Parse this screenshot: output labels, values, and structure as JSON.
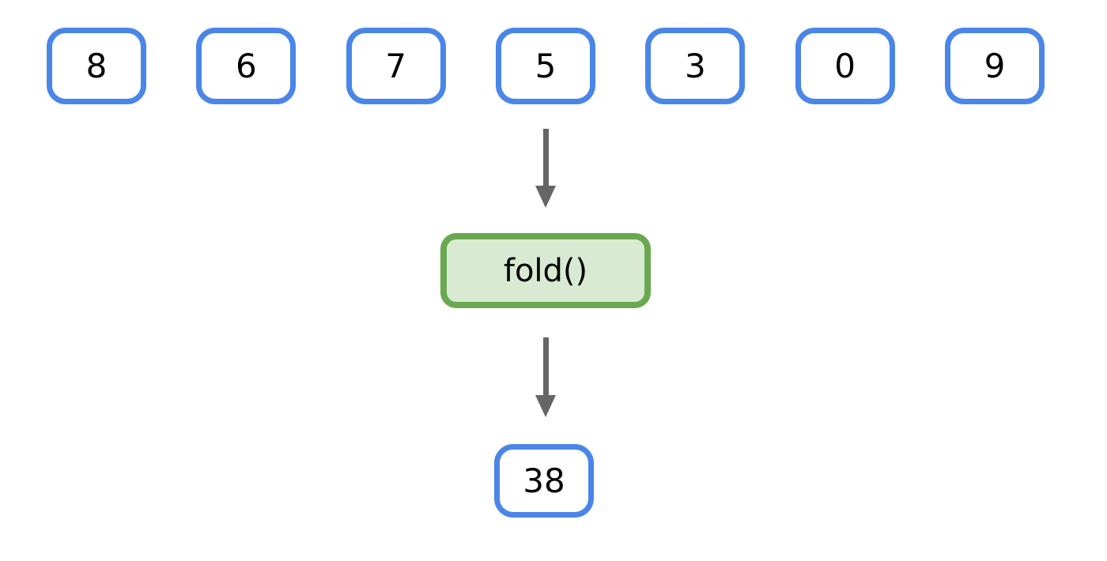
{
  "diagram": {
    "inputs": [
      "8",
      "6",
      "7",
      "5",
      "3",
      "0",
      "9"
    ],
    "operation": "fold()",
    "result": "38"
  },
  "icons": {
    "arrow_between_inputs_and_operation": "down-arrow-icon",
    "arrow_between_operation_and_result": "down-arrow-icon"
  },
  "colors": {
    "input_box_border": "#4a86e8",
    "input_box_fill": "#ffffff",
    "operation_box_border": "#6aa84f",
    "operation_box_fill": "#d9ead3",
    "arrow": "#666666",
    "text": "#000000",
    "background": "#ffffff"
  }
}
